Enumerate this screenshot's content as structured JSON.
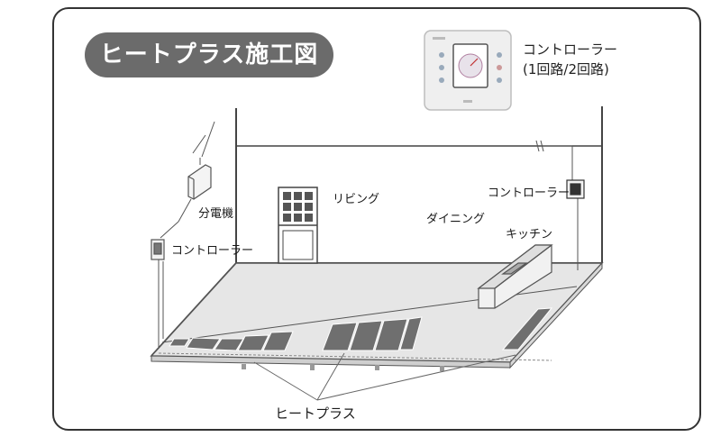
{
  "title": "ヒートプラス施工図",
  "controller": {
    "name": "コントローラー",
    "subtitle": "(1回路/2回路)"
  },
  "labels": {
    "panel": "分電機",
    "controller_left": "コントローラー",
    "living": "リビング",
    "dining": "ダイニング",
    "controller_right": "コントローラー",
    "kitchen": "キッチン",
    "heatplus": "ヒートプラス"
  },
  "colors": {
    "pill": "#6b6b6b",
    "floor": "#e6e6e6",
    "heater": "#6f6f6f"
  }
}
